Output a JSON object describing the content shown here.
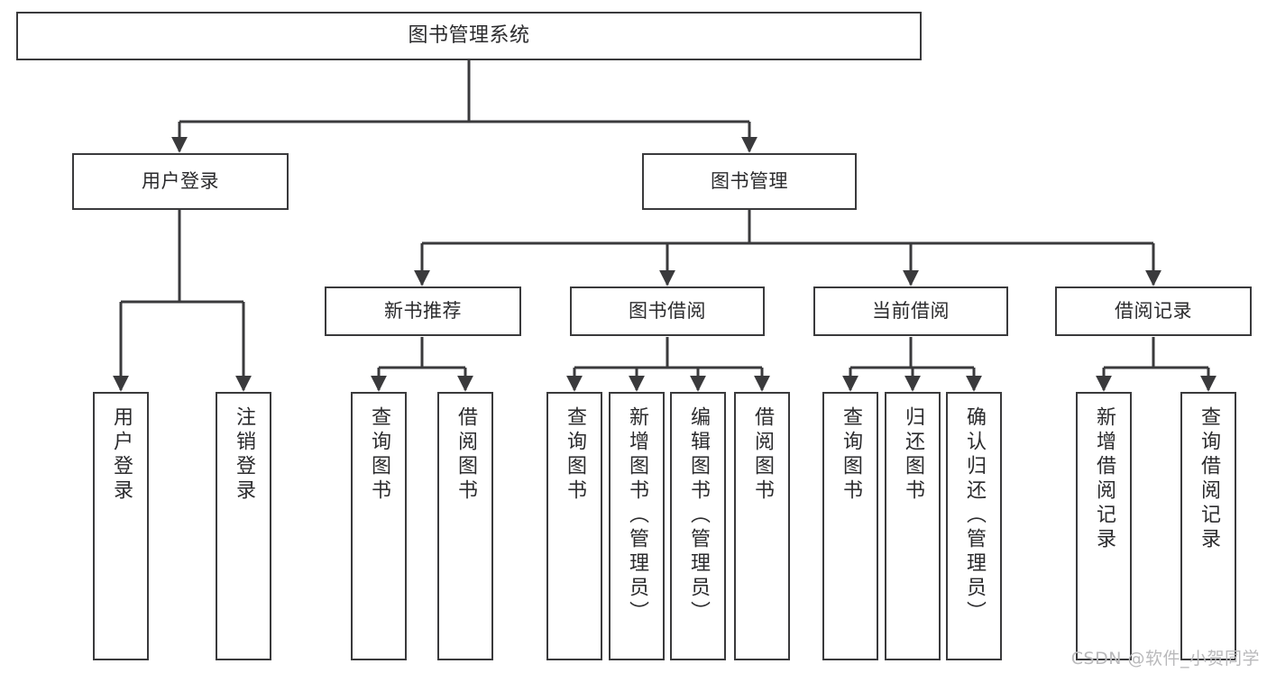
{
  "diagram": {
    "title": "图书管理系统",
    "type": "tree-hierarchy",
    "line_color": "#3a3a3c",
    "box_fill": "#ffffff",
    "text_color": "#2b2b2d",
    "levels": {
      "root": {
        "label": "图书管理系统"
      },
      "level2": [
        {
          "label": "用户登录"
        },
        {
          "label": "图书管理"
        }
      ],
      "level3": [
        {
          "label": "新书推荐"
        },
        {
          "label": "图书借阅"
        },
        {
          "label": "当前借阅"
        },
        {
          "label": "借阅记录"
        }
      ],
      "leaves": {
        "user_login": [
          {
            "label": "用户登录"
          },
          {
            "label": "注销登录"
          }
        ],
        "new_book_recommend": [
          {
            "label": "查询图书"
          },
          {
            "label": "借阅图书"
          }
        ],
        "book_borrow": [
          {
            "label": "查询图书"
          },
          {
            "label": "新增图书（管理员）"
          },
          {
            "label": "编辑图书（管理员）"
          },
          {
            "label": "借阅图书"
          }
        ],
        "current_borrow": [
          {
            "label": "查询图书"
          },
          {
            "label": "归还图书"
          },
          {
            "label": "确认归还（管理员）"
          }
        ],
        "borrow_record": [
          {
            "label": "新增借阅记录"
          },
          {
            "label": "查询借阅记录"
          }
        ]
      }
    }
  },
  "watermark": {
    "text": "CSDN @软件_小贺同学"
  }
}
